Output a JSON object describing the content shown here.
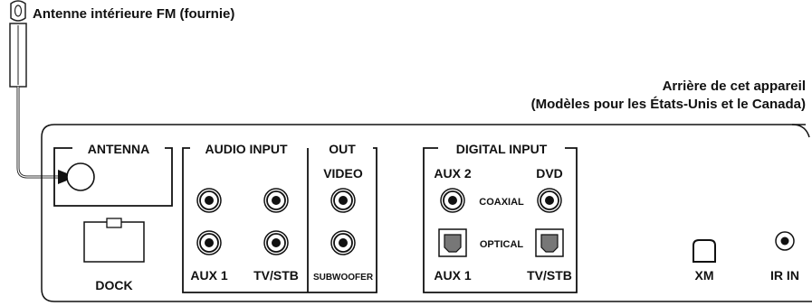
{
  "antenna_label": "Antenne intérieure FM (fournie)",
  "rear_title_line1": "Arrière de cet appareil",
  "rear_title_line2": "(Modèles pour les États-Unis et le Canada)",
  "sections": {
    "antenna": "ANTENNA",
    "audio_input": "AUDIO INPUT",
    "out": "OUT",
    "digital_input": "DIGITAL INPUT"
  },
  "labels": {
    "video": "VIDEO",
    "aux1_audio": "AUX 1",
    "tvstb_audio": "TV/STB",
    "subwoofer": "SUBWOOFER",
    "dock": "DOCK",
    "aux2": "AUX 2",
    "dvd": "DVD",
    "coaxial": "COAXIAL",
    "optical": "OPTICAL",
    "aux1_digital": "AUX 1",
    "tvstb_digital": "TV/STB",
    "xm": "XM",
    "ir_in": "IR IN"
  }
}
